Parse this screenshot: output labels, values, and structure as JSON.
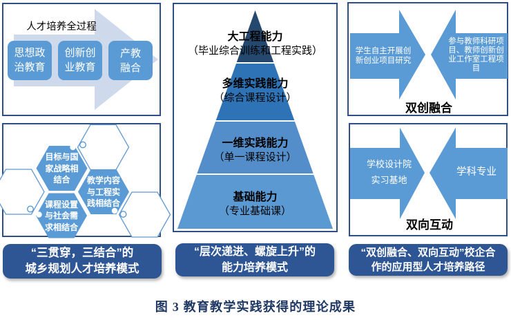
{
  "colors": {
    "panel_border": "#2E4E87",
    "label_box_bg": "#2F5694",
    "accent_blue": "#5B9BD5",
    "light_arrow": "#CED9EC",
    "pyramid_levels": [
      "#25486E",
      "#2E73B5",
      "#538ECA",
      "#5B99D2"
    ],
    "caption_color": "#1F3864"
  },
  "left_top_panel": {
    "arrow_label": "人才培养全过程",
    "boxes": [
      {
        "text": "思想政\n治教育"
      },
      {
        "text": "创新创\n业教育"
      },
      {
        "text": "产教\n融合"
      }
    ]
  },
  "left_bottom_panel": {
    "hexagons": [
      {
        "text": "目标与国\n家战略相\n结合"
      },
      {
        "text": "教学内容\n与工程实\n践相结合"
      },
      {
        "text": "课程设置\n与社会需\n求相结合"
      }
    ]
  },
  "left_label": "“三贯穿，三结合”的\n城乡规划人才培养模式",
  "pyramid_panel": {
    "levels": [
      {
        "title": "大工程能力",
        "subtitle": "（毕业综合训练和工程实践）"
      },
      {
        "title": "多维实践能力",
        "subtitle": "（综合课程设计）"
      },
      {
        "title": "一维实践能力",
        "subtitle": "（单一课程设计）"
      },
      {
        "title": "基础能力",
        "subtitle": "（专业基础课）"
      }
    ]
  },
  "center_label": "“层次递进、螺旋上升”的\n能力培养模式",
  "right_top_panel": {
    "left_arrow_text": "学生自主开展创\n新创业项目研究",
    "right_arrow_text": "参与教师科研项\n目、教师创新创\n业工作室工程项\n目",
    "label": "双创融合"
  },
  "right_bottom_panel": {
    "left_arrow_text": "学校设计院\n实习基地",
    "right_arrow_text": "学科专业",
    "label": "双向互动"
  },
  "right_label": "“双创融合、双向互动”校企合\n作的应用型人才培养路径",
  "caption": "图 3 教育教学实践获得的理论成果"
}
